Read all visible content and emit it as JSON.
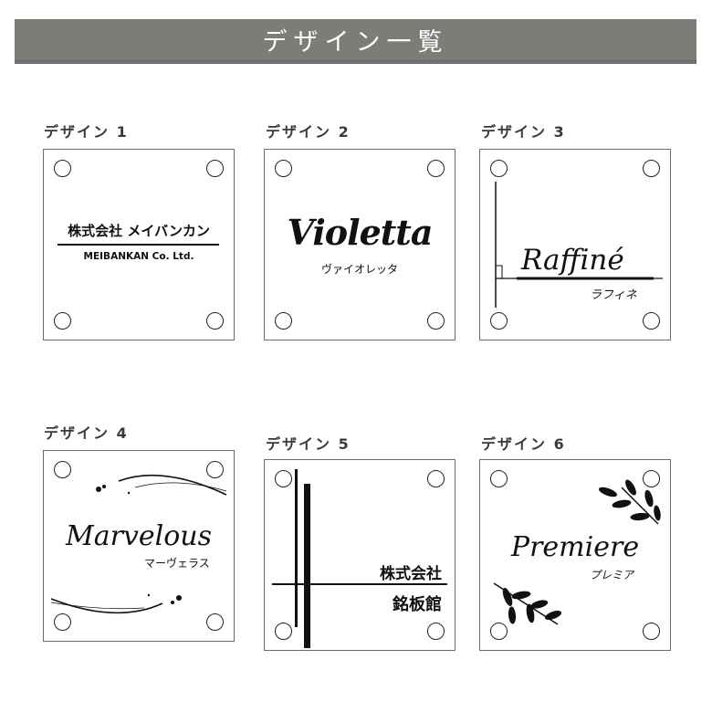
{
  "header": {
    "title": "デザイン一覧",
    "bg_color": "#7b7d78"
  },
  "designs": [
    {
      "label": "デザイン 1",
      "main": "株式会社 メイバンカン",
      "sub": "MEIBANKAN Co. Ltd."
    },
    {
      "label": "デザイン 2",
      "main": "Violetta",
      "sub": "ヴァイオレッタ"
    },
    {
      "label": "デザイン 3",
      "main": "Raffiné",
      "sub": "ラフィネ"
    },
    {
      "label": "デザイン 4",
      "main": "Marvelous",
      "sub": "マーヴェラス"
    },
    {
      "label": "デザイン 5",
      "main": "株式会社",
      "sub": "銘板館"
    },
    {
      "label": "デザイン 6",
      "main": "Premiere",
      "sub": "プレミア"
    }
  ]
}
